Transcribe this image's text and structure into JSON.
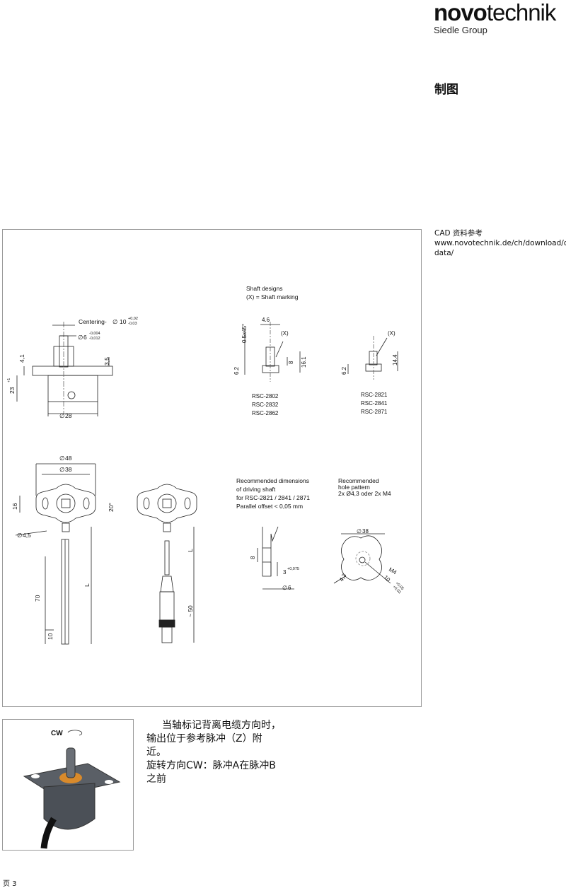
{
  "header": {
    "brand_bold": "novo",
    "brand_light": "technik",
    "brand_sub": "Siedle Group"
  },
  "section_title": "制图",
  "cad_note": "CAD 资料参考 www.novotechnik.de/ch/download/cad-data/",
  "drawing": {
    "centering_label": "Centering-",
    "centering_dia": "10",
    "centering_tol_up": "+0,02",
    "centering_tol_low": "-0,03",
    "shaft_dia": "6",
    "shaft_tol_up": "-0,004",
    "shaft_tol_low": "-0,012",
    "dim_4_1": "4,1",
    "dim_3_5": "3,5",
    "dim_23": "23",
    "dim_23_tol": "+1",
    "dim_28": "28",
    "shaft_designs_title": "Shaft designs",
    "shaft_marking": "(X) = Shaft marking",
    "dim_4_6": "4.6",
    "chamfer": "0.5x45°",
    "marking_x": "(X)",
    "dim_8": "8",
    "dim_16_1": "16.1",
    "dim_6_2": "6.2",
    "dim_14_4": "14.4",
    "models_a": [
      "RSC-2802",
      "RSC-2832",
      "RSC-2862"
    ],
    "models_b": [
      "RSC-2821",
      "RSC-2841",
      "RSC-2871"
    ],
    "dim_48": "48",
    "dim_38": "38",
    "dim_16": "16",
    "dim_20deg": "20°",
    "dim_4_5": "4,5",
    "dim_70": "70",
    "dim_10": "10",
    "dim_L": "L",
    "dim_50": "~ 50",
    "rec_shaft_lines": [
      "Recommended dimensions",
      "of driving shaft",
      "for RSC-2821 / 2841 / 2871",
      "Parallel offset < 0,05 mm"
    ],
    "rec_hole_lines": [
      "Recommended",
      "hole pattern",
      "2x Ø4,3 oder 2x M4"
    ],
    "ds_dim_8": "8",
    "ds_dim_3": "3",
    "ds_dim_3_tol": "+0,075",
    "ds_dim_6": "6",
    "hp_dim_38": "38",
    "hp_dim_4_3": "4,3",
    "hp_m4": "M4",
    "hp_dim_10": "10",
    "hp_tol_up": "+0,05",
    "hp_tol_low": "+0,02"
  },
  "photo": {
    "cw_label": "CW"
  },
  "description_lines": [
    "当轴标记背离电缆方向时，输出位于参考脉冲（Z）附近。",
    "旋转方向CW：脉冲A在脉冲B之前"
  ],
  "footer": {
    "page": "页 3"
  }
}
